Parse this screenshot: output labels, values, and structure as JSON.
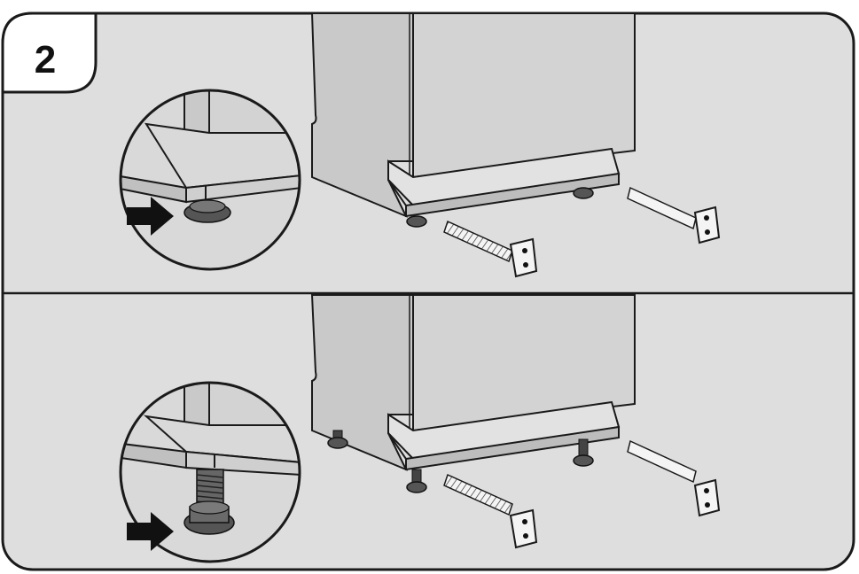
{
  "step": {
    "number": "2"
  },
  "colors": {
    "background": "#dedede",
    "frame": "#1a1a1a",
    "appliance_side": "#c9c9c9",
    "appliance_front": "#d3d3d3",
    "plinth": "#e2e2e2",
    "foot": "#555555",
    "strap": "#f4f4f4",
    "arrow": "#111111"
  },
  "panels": [
    {
      "id": "top",
      "state": "feet-retracted"
    },
    {
      "id": "bottom",
      "state": "feet-extended"
    }
  ]
}
